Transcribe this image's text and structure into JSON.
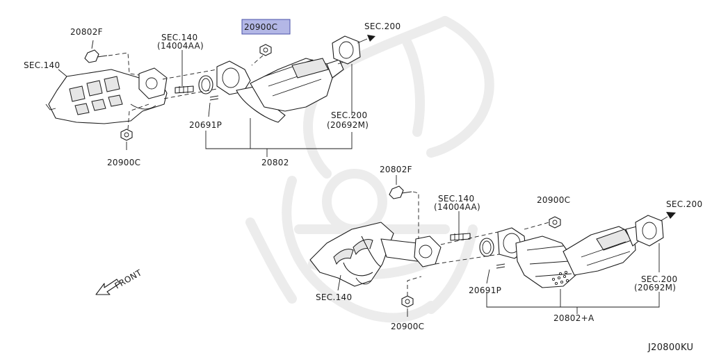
{
  "labels": {
    "top_bolt": "20802F",
    "top_stud_sec": "SEC.140",
    "top_stud_code": "(14004AA)",
    "top_highlight_nut": "20900C",
    "top_sec200_arrow": "SEC.200",
    "top_manifold_sec": "SEC.140",
    "top_gasket": "20691P",
    "top_lower_nut": "20900C",
    "top_sec200_lower": "SEC.200",
    "top_sec200_code": "(20692M)",
    "top_assembly": "20802",
    "bot_bolt": "20802F",
    "bot_stud_sec": "SEC.140",
    "bot_stud_code": "(14004AA)",
    "bot_nut_upper": "20900C",
    "bot_sec200_arrow": "SEC.200",
    "bot_manifold_sec": "SEC.140",
    "bot_gasket": "20691P",
    "bot_sec200_lower": "SEC.200",
    "bot_sec200_code": "(20692M)",
    "bot_lower_nut": "20900C",
    "bot_assembly": "20802+A",
    "front": "FRONT",
    "diagram_code": "J20800KU"
  },
  "colors": {
    "highlight_fill": "#b3b7e6",
    "highlight_border": "#4a52a8",
    "line": "#1a1a1a",
    "watermark": "#ececec"
  },
  "icons": {
    "front_arrow": "front-arrow-icon",
    "watermark": "samurai-helmet-watermark"
  }
}
